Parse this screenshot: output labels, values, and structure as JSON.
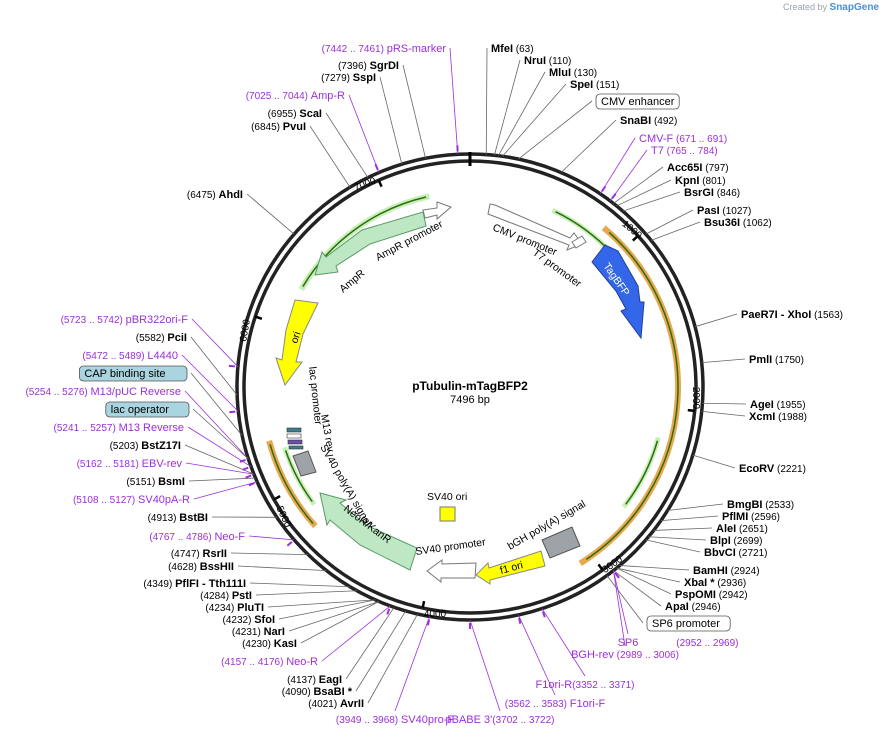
{
  "credit": {
    "text": "Created by",
    "brand": "SnapGene"
  },
  "plasmid": {
    "name": "pTubulin-mTagBFP2",
    "length": "7496 bp"
  },
  "ticks": [
    "1000",
    "2000",
    "3000",
    "4000",
    "5000",
    "6000",
    "7000"
  ],
  "features_on_map": {
    "cmv_promoter": "CMV promoter",
    "t7_promoter": "T7 promoter",
    "tagbfp": "TagBFP",
    "ampr_promoter": "AmpR promoter",
    "ampr": "AmpR",
    "ori": "ori",
    "lac_promoter": "lac promoter",
    "m13_rev": "M13 rev",
    "sv40_polya": "SV40 poly(A) signal",
    "neor": "NeoR/KanR",
    "sv40_promoter": "SV40 promoter",
    "sv40_ori": "SV40 ori",
    "bgh_polya": "bGH poly(A) signal",
    "f1_ori": "f1 ori"
  },
  "right_labels": [
    {
      "kind": "enz",
      "name": "MfeI",
      "pos": "(63)"
    },
    {
      "kind": "enz",
      "name": "NruI",
      "pos": "(110)"
    },
    {
      "kind": "enz",
      "name": "MluI",
      "pos": "(130)"
    },
    {
      "kind": "enz",
      "name": "SpeI",
      "pos": "(151)"
    },
    {
      "kind": "box",
      "name": "CMV enhancer"
    },
    {
      "kind": "enz",
      "name": "SnaBI",
      "pos": "(492)"
    },
    {
      "kind": "primer",
      "name": "CMV-F",
      "pos": "(671 .. 691)"
    },
    {
      "kind": "primer",
      "name": "T7",
      "pos": "(765 .. 784)"
    },
    {
      "kind": "enz",
      "name": "Acc65I",
      "pos": "(797)"
    },
    {
      "kind": "enz",
      "name": "KpnI",
      "pos": "(801)"
    },
    {
      "kind": "enz",
      "name": "BsrGI",
      "pos": "(846)"
    },
    {
      "kind": "enz",
      "name": "PasI",
      "pos": "(1027)"
    },
    {
      "kind": "enz",
      "name": "Bsu36I",
      "pos": "(1062)"
    },
    {
      "kind": "enz",
      "name": "PaeR7I",
      "suffix": " - XhoI",
      "pos": "(1563)"
    },
    {
      "kind": "enz",
      "name": "PmlI",
      "pos": "(1750)"
    },
    {
      "kind": "enz",
      "name": "AgeI",
      "pos": "(1955)"
    },
    {
      "kind": "enz",
      "name": "XcmI",
      "pos": "(1988)"
    },
    {
      "kind": "enz",
      "name": "EcoRV",
      "pos": "(2221)"
    },
    {
      "kind": "enz",
      "name": "BmgBI",
      "pos": "(2533)"
    },
    {
      "kind": "enz",
      "name": "PflMI",
      "pos": "(2596)"
    },
    {
      "kind": "enz",
      "name": "AleI",
      "pos": "(2651)"
    },
    {
      "kind": "enz",
      "name": "BlpI",
      "pos": "(2699)"
    },
    {
      "kind": "enz",
      "name": "BbvCI",
      "pos": "(2721)"
    },
    {
      "kind": "enz",
      "name": "BamHI",
      "pos": "(2924)"
    },
    {
      "kind": "enz",
      "name": "XbaI *",
      "pos": "(2936)"
    },
    {
      "kind": "enz",
      "name": "PspOMI",
      "pos": "(2942)"
    },
    {
      "kind": "enz",
      "name": "ApaI",
      "pos": "(2946)"
    },
    {
      "kind": "box",
      "name": "SP6 promoter"
    }
  ],
  "left_labels": [
    {
      "kind": "primer",
      "name": "pRS-marker",
      "pos": "(7442 .. 7461)"
    },
    {
      "kind": "enz",
      "name": "SgrDI",
      "pos": "(7396)"
    },
    {
      "kind": "enz",
      "name": "SspI",
      "pos": "(7279)"
    },
    {
      "kind": "primer",
      "name": "Amp-R",
      "pos": "(7025 .. 7044)"
    },
    {
      "kind": "enz",
      "name": "ScaI",
      "pos": "(6955)"
    },
    {
      "kind": "enz",
      "name": "PvuI",
      "pos": "(6845)"
    },
    {
      "kind": "enz",
      "name": "AhdI",
      "pos": "(6475)"
    },
    {
      "kind": "primer",
      "name": "pBR322ori-F",
      "pos": "(5723 .. 5742)"
    },
    {
      "kind": "enz",
      "name": "PciI",
      "pos": "(5582)"
    },
    {
      "kind": "primer",
      "name": "L4440",
      "pos": "(5472 .. 5489)"
    },
    {
      "kind": "box",
      "name": "CAP binding site"
    },
    {
      "kind": "primer",
      "name": "M13/pUC Reverse",
      "pos": "(5254 .. 5276)"
    },
    {
      "kind": "box",
      "name": "lac operator"
    },
    {
      "kind": "primer",
      "name": "M13 Reverse",
      "pos": "(5241 .. 5257)"
    },
    {
      "kind": "enz",
      "name": "BstZ17I",
      "pos": "(5203)"
    },
    {
      "kind": "primer",
      "name": "EBV-rev",
      "pos": "(5162 .. 5181)"
    },
    {
      "kind": "enz",
      "name": "BsmI",
      "pos": "(5151)"
    },
    {
      "kind": "primer",
      "name": "SV40pA-R",
      "pos": "(5108 .. 5127)"
    },
    {
      "kind": "enz",
      "name": "BstBI",
      "pos": "(4913)"
    },
    {
      "kind": "primer",
      "name": "Neo-F",
      "pos": "(4767 .. 4786)"
    },
    {
      "kind": "enz",
      "name": "RsrII",
      "pos": "(4747)"
    },
    {
      "kind": "enz",
      "name": "BssHII",
      "pos": "(4628)"
    },
    {
      "kind": "enz",
      "name": "PflFI",
      "suffix": " - Tth111I",
      "pos": "(4349)"
    },
    {
      "kind": "enz",
      "name": "PstI",
      "pos": "(4284)"
    },
    {
      "kind": "enz",
      "name": "PluTI",
      "pos": "(4234)"
    },
    {
      "kind": "enz",
      "name": "SfoI",
      "pos": "(4232)"
    },
    {
      "kind": "enz",
      "name": "NarI",
      "pos": "(4231)"
    },
    {
      "kind": "enz",
      "name": "KasI",
      "pos": "(4230)"
    },
    {
      "kind": "primer",
      "name": "Neo-R",
      "pos": "(4157 .. 4176)"
    },
    {
      "kind": "enz",
      "name": "EagI",
      "pos": "(4137)"
    },
    {
      "kind": "enz",
      "name": "BsaBI *",
      "pos": "(4090)"
    },
    {
      "kind": "enz",
      "name": "AvrII",
      "pos": "(4021)"
    }
  ],
  "bottom_labels": [
    {
      "kind": "primer",
      "name": "SV40pro-F",
      "pos": "(3949 .. 3968)"
    },
    {
      "kind": "primer",
      "name": "pBABE 3'",
      "pos": "(3702 .. 3722)"
    },
    {
      "kind": "primer",
      "name": "F1ori-F",
      "pos": "(3562 .. 3583)"
    },
    {
      "kind": "primer",
      "name": "F1ori-R",
      "pos": "(3352 .. 3371)"
    },
    {
      "kind": "primer",
      "name": "BGH-rev",
      "pos": "(2989 .. 3006)"
    },
    {
      "kind": "primer",
      "name": "SP6",
      "pos": "(2952 .. 2969)"
    }
  ],
  "colors": {
    "backbone": "#222222",
    "primer": "#9b30d9",
    "tagbfp": "#3366e8",
    "marker": "#bde8c3",
    "origin": "#ffff00",
    "polya": "#9ea3a8",
    "misc_box": "#a9d4e0",
    "orf_outline": "#e8a850",
    "orf_inner": "#3b8e1c"
  }
}
